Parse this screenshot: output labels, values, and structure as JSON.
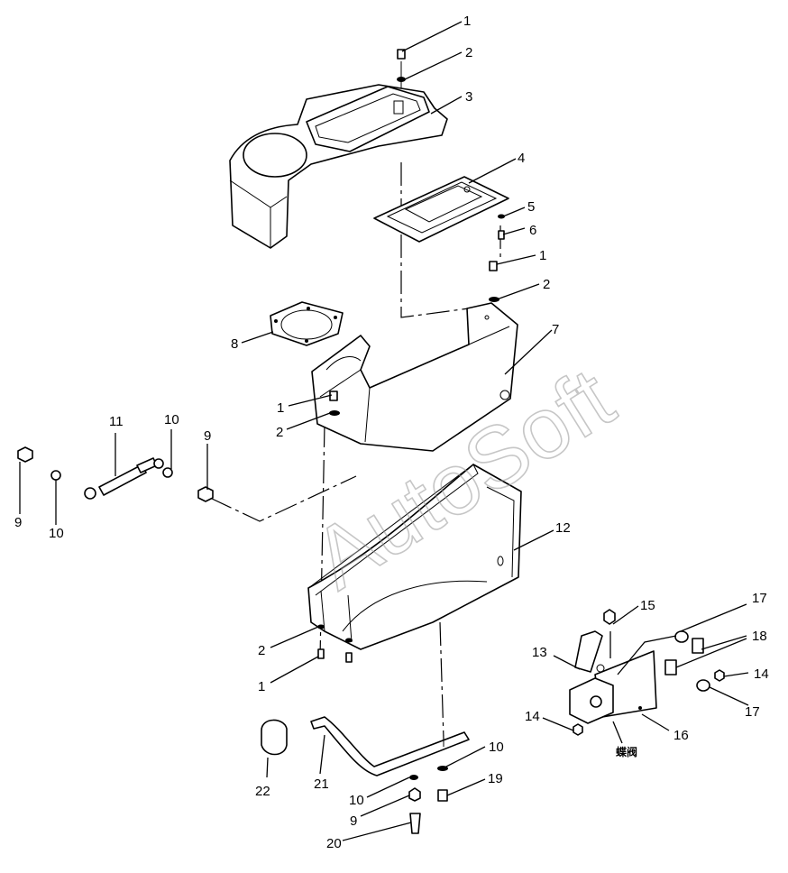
{
  "watermark": "AutoSoft",
  "valve_label": "蝶阀",
  "callouts": {
    "c1a": "1",
    "c2a": "2",
    "c3": "3",
    "c4": "4",
    "c5": "5",
    "c6": "6",
    "c1b": "1",
    "c2b": "2",
    "c7": "7",
    "c8": "8",
    "c1c": "1",
    "c2c": "2",
    "c11": "11",
    "c10a": "10",
    "c9a": "9",
    "c9b": "9",
    "c10b": "10",
    "c12": "12",
    "c2d": "2",
    "c1d": "1",
    "c15": "15",
    "c17a": "17",
    "c18": "18",
    "c13": "13",
    "c14a": "14",
    "c17b": "17",
    "c14b": "14",
    "c16": "16",
    "c10c": "10",
    "c19": "19",
    "c22": "22",
    "c21": "21",
    "c10d": "10",
    "c9c": "9",
    "c20": "20"
  },
  "colors": {
    "line": "#000000",
    "background": "#ffffff",
    "watermark": "#999999"
  }
}
